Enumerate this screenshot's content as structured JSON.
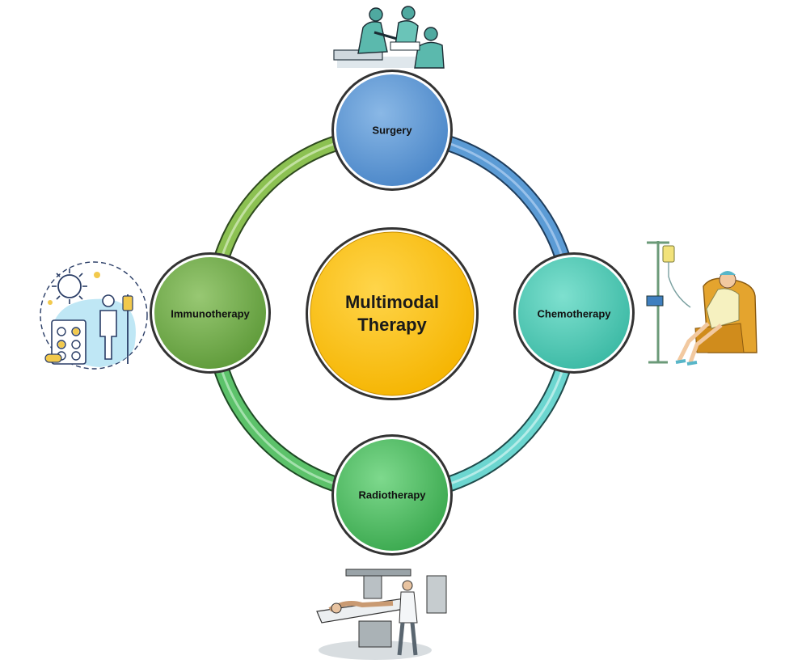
{
  "center": {
    "line1": "Multimodal",
    "line2": "Therapy",
    "color": "#FFC000"
  },
  "nodes": {
    "surgery": {
      "label": "Surgery",
      "color": "#5B9BD5",
      "icon": "surgeons-operating-icon"
    },
    "chemotherapy": {
      "label": "Chemotherapy",
      "color": "#4EC9B0",
      "icon": "patient-iv-drip-icon"
    },
    "radiotherapy": {
      "label": "Radiotherapy",
      "color": "#4CBB5F",
      "icon": "radiation-machine-icon"
    },
    "immunotherapy": {
      "label": "Immunotherapy",
      "color": "#70AD47",
      "icon": "virus-pills-patient-icon"
    }
  },
  "ring_arcs": {
    "surgery_to_chemo": "#5B9BD5",
    "chemo_to_radio": "#6CD6D0",
    "radio_to_immuno": "#5CC26A",
    "immuno_to_surgery": "#8CC152"
  }
}
